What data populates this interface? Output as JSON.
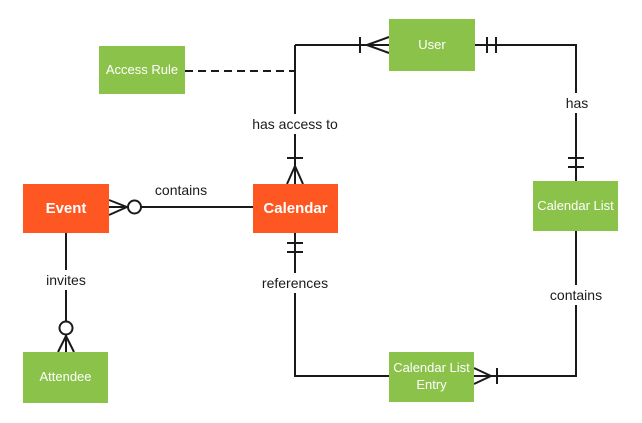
{
  "diagram": {
    "kind": "entity-relationship-diagram",
    "entities": [
      {
        "id": "access-rule",
        "label": "Access Rule",
        "color": "#8bc34a",
        "text_color": "#ffffff"
      },
      {
        "id": "user",
        "label": "User",
        "color": "#8bc34a",
        "text_color": "#ffffff"
      },
      {
        "id": "event",
        "label": "Event",
        "color": "#ff5722",
        "text_color": "#ffffff"
      },
      {
        "id": "calendar",
        "label": "Calendar",
        "color": "#ff5722",
        "text_color": "#ffffff"
      },
      {
        "id": "calendar-list",
        "label": "Calendar List",
        "color": "#8bc34a",
        "text_color": "#ffffff"
      },
      {
        "id": "calendar-list-entry",
        "label": "Calendar List Entry",
        "color": "#8bc34a",
        "text_color": "#ffffff"
      },
      {
        "id": "attendee",
        "label": "Attendee",
        "color": "#8bc34a",
        "text_color": "#ffffff"
      }
    ],
    "relationships": [
      {
        "label": "contains",
        "from": "Calendar",
        "to": "Event",
        "from_end": "plain",
        "to_end": "zero-or-many",
        "line_style": "solid"
      },
      {
        "label": "has access to",
        "from": "User",
        "to": "Calendar",
        "from_end": "one-or-many",
        "to_end": "one-or-many",
        "line_style": "solid"
      },
      {
        "label": "",
        "from": "Access Rule",
        "to": "has-access-to-line",
        "from_end": "plain",
        "to_end": "plain",
        "line_style": "dashed"
      },
      {
        "label": "has",
        "from": "User",
        "to": "Calendar List",
        "from_end": "exactly-one",
        "to_end": "exactly-one",
        "line_style": "solid"
      },
      {
        "label": "contains",
        "from": "Calendar List",
        "to": "Calendar List Entry",
        "from_end": "plain",
        "to_end": "one-or-many",
        "line_style": "solid"
      },
      {
        "label": "references",
        "from": "Calendar",
        "to": "Calendar List Entry",
        "from_end": "exactly-one",
        "to_end": "plain",
        "line_style": "solid"
      },
      {
        "label": "invites",
        "from": "Event",
        "to": "Attendee",
        "from_end": "plain",
        "to_end": "zero-or-many",
        "line_style": "solid"
      }
    ],
    "colors": {
      "entity_green": "#8bc34a",
      "entity_orange": "#ff5722",
      "entity_text": "#ffffff",
      "line": "#1a1a1a",
      "label_text": "#1a1a1a",
      "background": "#ffffff"
    }
  }
}
